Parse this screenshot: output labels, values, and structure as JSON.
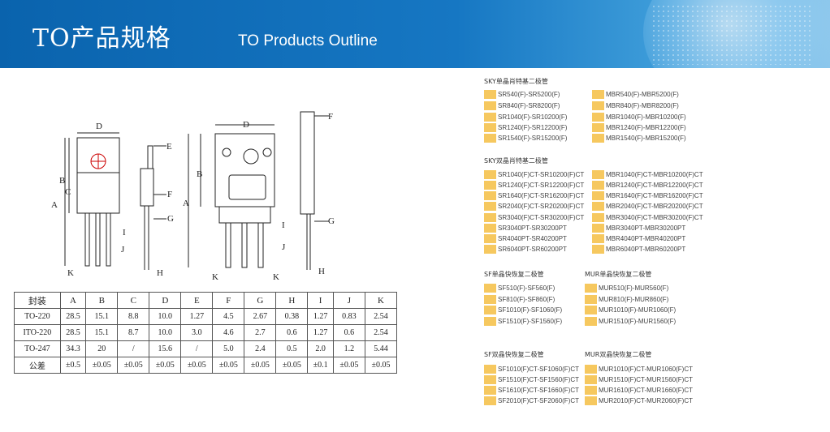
{
  "header": {
    "title_cn": "TO产品规格",
    "title_en": "TO Products Outline"
  },
  "drawings": {
    "labels": {
      "D": "D",
      "E": "E",
      "B": "B",
      "C": "C",
      "A": "A",
      "F": "F",
      "G": "G",
      "I": "I",
      "J": "J",
      "K": "K",
      "H": "H"
    }
  },
  "table": {
    "headers": [
      "封装",
      "A",
      "B",
      "C",
      "D",
      "E",
      "F",
      "G",
      "H",
      "I",
      "J",
      "K"
    ],
    "rows": [
      [
        "TO-220",
        "28.5",
        "15.1",
        "8.8",
        "10.0",
        "1.27",
        "4.5",
        "2.67",
        "0.38",
        "1.27",
        "0.83",
        "2.54"
      ],
      [
        "ITO-220",
        "28.5",
        "15.1",
        "8.7",
        "10.0",
        "3.0",
        "4.6",
        "2.7",
        "0.6",
        "1.27",
        "0.6",
        "2.54"
      ],
      [
        "TO-247",
        "34.3",
        "20",
        "/",
        "15.6",
        "/",
        "5.0",
        "2.4",
        "0.5",
        "2.0",
        "1.2",
        "5.44"
      ],
      [
        "公差",
        "±0.5",
        "±0.05",
        "±0.05",
        "±0.05",
        "±0.05",
        "±0.05",
        "±0.05",
        "±0.05",
        "±0.1",
        "±0.05",
        "±0.05"
      ]
    ]
  },
  "lists": {
    "sky_single_title": "SKY单晶肖特基二极管",
    "sky_single_left": [
      "SR540(F)-SR5200(F)",
      "SR840(F)-SR8200(F)",
      "SR1040(F)-SR10200(F)",
      "SR1240(F)-SR12200(F)",
      "SR1540(F)-SR15200(F)"
    ],
    "sky_single_right": [
      "MBR540(F)-MBR5200(F)",
      "MBR840(F)-MBR8200(F)",
      "MBR1040(F)-MBR10200(F)",
      "MBR1240(F)-MBR12200(F)",
      "MBR1540(F)-MBR15200(F)"
    ],
    "sky_dual_title": "SKY双晶肖特基二极管",
    "sky_dual_left": [
      "SR1040(F)CT-SR10200(F)CT",
      "SR1240(F)CT-SR12200(F)CT",
      "SR1640(F)CT-SR16200(F)CT",
      "SR2040(F)CT-SR20200(F)CT",
      "SR3040(F)CT-SR30200(F)CT",
      "SR3040PT-SR30200PT",
      "SR4040PT-SR40200PT",
      "SR6040PT-SR60200PT"
    ],
    "sky_dual_right": [
      "MBR1040(F)CT-MBR10200(F)CT",
      "MBR1240(F)CT-MBR12200(F)CT",
      "MBR1640(F)CT-MBR16200(F)CT",
      "MBR2040(F)CT-MBR20200(F)CT",
      "MBR3040(F)CT-MBR30200(F)CT",
      "MBR3040PT-MBR30200PT",
      "MBR4040PT-MBR40200PT",
      "MBR6040PT-MBR60200PT"
    ],
    "sf_single_title": "SF单晶快恢复二极管",
    "mur_single_title": "MUR单晶快恢复二极管",
    "sf_single_left": [
      "SF510(F)-SF560(F)",
      "SF810(F)-SF860(F)",
      "SF1010(F)-SF1060(F)",
      "SF1510(F)-SF1560(F)"
    ],
    "mur_single_right": [
      "MUR510(F)-MUR560(F)",
      "MUR810(F)-MUR860(F)",
      "MUR1010(F)-MUR1060(F)",
      "MUR1510(F)-MUR1560(F)"
    ],
    "sf_dual_title": "SF双晶快恢复二极管",
    "mur_dual_title": "MUR双晶快恢复二极管",
    "sf_dual_left": [
      "SF1010(F)CT-SF1060(F)CT",
      "SF1510(F)CT-SF1560(F)CT",
      "SF1610(F)CT-SF1660(F)CT",
      "SF2010(F)CT-SF2060(F)CT"
    ],
    "mur_dual_right": [
      "MUR1010(F)CT-MUR1060(F)CT",
      "MUR1510(F)CT-MUR1560(F)CT",
      "MUR1610(F)CT-MUR1660(F)CT",
      "MUR2010(F)CT-MUR2060(F)CT"
    ]
  },
  "colors": {
    "banner": "#1677c3",
    "swatch": "#f6c85f"
  }
}
